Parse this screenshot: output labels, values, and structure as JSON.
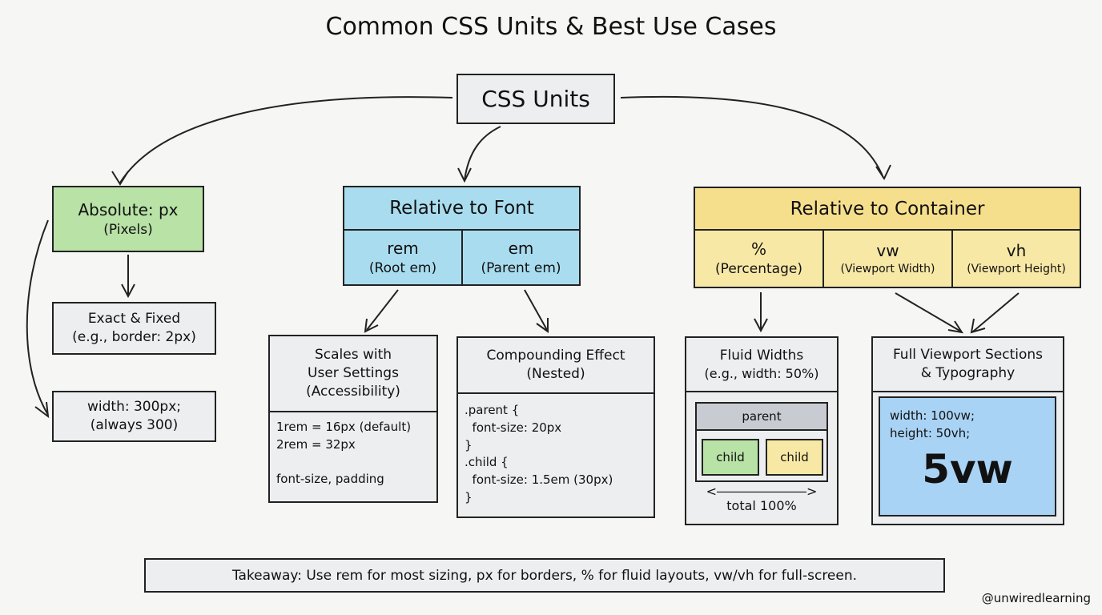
{
  "title": "Common CSS Units & Best Use Cases",
  "root": "CSS Units",
  "absolute": {
    "title": "Absolute: px",
    "sub": "(Pixels)",
    "exact": [
      "Exact & Fixed",
      "(e.g., border: 2px)"
    ],
    "width": [
      "width: 300px;",
      "(always 300)"
    ]
  },
  "font": {
    "title": "Relative to Font",
    "rem": [
      "rem",
      "(Root em)"
    ],
    "em": [
      "em",
      "(Parent em)"
    ],
    "scales": {
      "head": [
        "Scales with",
        "User Settings",
        "(Accessibility)"
      ],
      "body": "1rem = 16px (default)\n2rem = 32px\n\nfont-size, padding"
    },
    "compound": {
      "head": [
        "Compounding Effect",
        "(Nested)"
      ],
      "body": ".parent {\n  font-size: 20px\n}\n.child {\n  font-size: 1.5em (30px)\n}"
    }
  },
  "container": {
    "title": "Relative to Container",
    "pct": [
      "%",
      "(Percentage)"
    ],
    "vw": [
      "vw",
      "(Viewport Width)"
    ],
    "vh": [
      "vh",
      "(Viewport Height)"
    ],
    "fluid": {
      "head": [
        "Fluid Widths",
        "(e.g., width: 50%)"
      ],
      "parent": "parent",
      "child1": "child",
      "child2": "child",
      "total": "total 100%"
    },
    "full": {
      "head": [
        "Full Viewport Sections",
        "& Typography"
      ],
      "code": "width: 100vw;\nheight: 50vh;",
      "big": "5vw"
    }
  },
  "takeaway": "Takeaway: Use rem for most sizing, px for borders, % for fluid layouts, vw/vh for full-screen.",
  "credit": "@unwiredlearning",
  "colors": {
    "green": "#b8e2a6",
    "blue": "#a9dcef",
    "yellow": "#f6df8c",
    "lightyellow": "#f8e8a6",
    "viewport": "#a9d3f5"
  }
}
